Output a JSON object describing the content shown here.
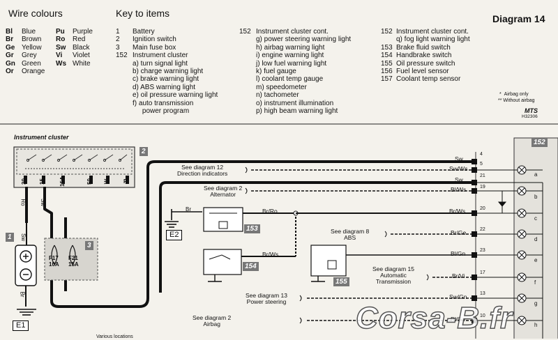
{
  "header": {
    "wire_title": "Wire colours",
    "key_title": "Key to items",
    "diagram_title": "Diagram 14"
  },
  "wire_colours_left": [
    {
      "code": "Bl",
      "name": "Blue"
    },
    {
      "code": "Br",
      "name": "Brown"
    },
    {
      "code": "Ge",
      "name": "Yellow"
    },
    {
      "code": "Gr",
      "name": "Grey"
    },
    {
      "code": "Gn",
      "name": "Green"
    },
    {
      "code": "Or",
      "name": "Orange"
    }
  ],
  "wire_colours_right": [
    {
      "code": "Pu",
      "name": "Purple"
    },
    {
      "code": "Ro",
      "name": "Red"
    },
    {
      "code": "Sw",
      "name": "Black"
    },
    {
      "code": "Vi",
      "name": "Violet"
    },
    {
      "code": "Ws",
      "name": "White"
    }
  ],
  "key_col1": [
    {
      "num": "1",
      "text": "Battery"
    },
    {
      "num": "2",
      "text": "Ignition switch"
    },
    {
      "num": "3",
      "text": "Main fuse box"
    },
    {
      "num": "152",
      "text": "Instrument cluster"
    },
    {
      "num": "",
      "text": "a)  turn signal light"
    },
    {
      "num": "",
      "text": "b)  charge warning light"
    },
    {
      "num": "",
      "text": "c)  brake warning light"
    },
    {
      "num": "",
      "text": "d)  ABS warning light"
    },
    {
      "num": "",
      "text": "e)  oil pressure warning light"
    },
    {
      "num": "",
      "text": "f)   auto transmission"
    },
    {
      "num": "",
      "text": "     power program"
    }
  ],
  "key_col2": [
    {
      "num": "152",
      "text": "Instrument cluster cont."
    },
    {
      "num": "",
      "text": "g)  power steering warning light"
    },
    {
      "num": "",
      "text": "h)  airbag warning light"
    },
    {
      "num": "",
      "text": "i)   engine warning light"
    },
    {
      "num": "",
      "text": "j)   low fuel warning light"
    },
    {
      "num": "",
      "text": "k)  fuel gauge"
    },
    {
      "num": "",
      "text": "l)   coolant temp gauge"
    },
    {
      "num": "",
      "text": "m) speedometer"
    },
    {
      "num": "",
      "text": "n)  tachometer"
    },
    {
      "num": "",
      "text": "o)  instrument illumination"
    },
    {
      "num": "",
      "text": "p)  high beam warning light"
    }
  ],
  "key_col3": [
    {
      "num": "152",
      "text": "Instrument cluster cont."
    },
    {
      "num": "",
      "text": "q)  fog light warning light"
    },
    {
      "num": "153",
      "text": "Brake fluid switch"
    },
    {
      "num": "154",
      "text": "Handbrake switch"
    },
    {
      "num": "155",
      "text": "Oil pressure switch"
    },
    {
      "num": "156",
      "text": "Fuel level sensor"
    },
    {
      "num": "157",
      "text": "Coolant temp sensor"
    }
  ],
  "notes": {
    "airbag_only": "Airbag only",
    "without_airbag": "Without airbag",
    "star1": "*",
    "star2": "**",
    "mts": "MTS",
    "ref_code": "H32306"
  },
  "diagram": {
    "instrument_cluster_label": "Instrument cluster",
    "tags": {
      "ign": "2",
      "fuse": "3",
      "bat": "1",
      "brake": "153",
      "handbrake": "154",
      "oil": "155",
      "cluster": "152"
    },
    "switch_terminals": [
      "30",
      "15",
      "15A",
      "50",
      "W",
      "P"
    ],
    "fuses": [
      {
        "name": "F17",
        "rating": "10A"
      },
      {
        "name": "F21",
        "rating": "15A"
      }
    ],
    "earths": {
      "e1": "E1",
      "e2": "E2"
    },
    "left_wires": {
      "ro": "Ro",
      "sw": "Sw",
      "sw2": "Sw",
      "br": "Br",
      "br_e2": "Br"
    },
    "refs": [
      {
        "line1": "See diagram 12",
        "line2": "Direction indicators"
      },
      {
        "line1": "See diagram 2",
        "line2": "Alternator"
      },
      {
        "line1": "See diagram 8",
        "line2": "ABS"
      },
      {
        "line1": "See diagram 15",
        "line2": "Automatic"
      },
      {
        "line1": "",
        "line2": "Transmission"
      },
      {
        "line1": "See diagram 13",
        "line2": "Power steering"
      },
      {
        "line1": "See diagram 2",
        "line2": "Airbag"
      }
    ],
    "bottom_cut_text": "Various locations",
    "bus_wires": [
      {
        "label": "Sw",
        "pin": "4"
      },
      {
        "label": "Sw/Ws",
        "pin": "5",
        "lamp": "a"
      },
      {
        "label": "Sw",
        "pin": "21"
      },
      {
        "label": "Bl/Ws",
        "pin": "19",
        "lamp": "b"
      },
      {
        "label": "Br/Ws",
        "pin": "20",
        "lamp": "c"
      },
      {
        "label": "Br/Ge",
        "pin": "22",
        "lamp": "d"
      },
      {
        "label": "Bl/Gn",
        "pin": "23",
        "lamp": "e"
      },
      {
        "label": "Br/Vi",
        "pin": "17",
        "lamp": "f"
      },
      {
        "label": "Sw/Gn",
        "pin": "13",
        "lamp": "g"
      },
      {
        "label": "Bl/Ge",
        "pin": "10",
        "lamp": "h"
      }
    ],
    "switch_wires": {
      "br_ro": "Br/Ro",
      "br_ws": "Br/Ws"
    }
  },
  "watermark": "Corsa-B.fr"
}
